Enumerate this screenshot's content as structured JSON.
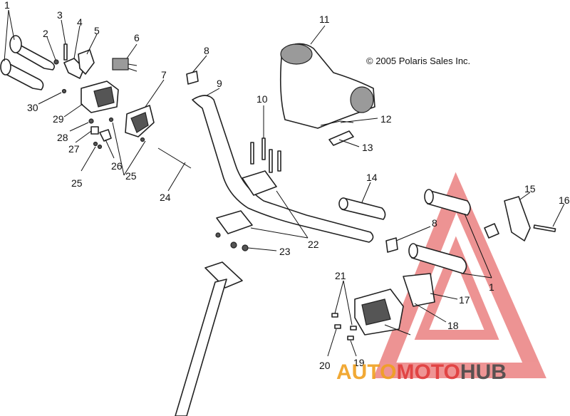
{
  "copyright": "© 2005 Polaris Sales Inc.",
  "watermark": {
    "part1": "AUTO",
    "part2": "MOTO",
    "part3": "HUB",
    "color_orange": "#f0a020",
    "color_red": "#e03c3c",
    "color_dark": "#4a4a4a"
  },
  "callouts": {
    "c1a": "1",
    "c1b": "1",
    "c2": "2",
    "c3": "3",
    "c4": "4",
    "c5": "5",
    "c6": "6",
    "c7": "7",
    "c8a": "8",
    "c8b": "8",
    "c9": "9",
    "c10": "10",
    "c11": "11",
    "c12": "12",
    "c13": "13",
    "c14": "14",
    "c15": "15",
    "c16": "16",
    "c17": "17",
    "c18": "18",
    "c19": "19",
    "c20": "20",
    "c21": "21",
    "c22": "22",
    "c23": "23",
    "c24": "24",
    "c25a": "25",
    "c25b": "25",
    "c26": "26",
    "c27": "27",
    "c28": "28",
    "c29": "29",
    "c30": "30"
  }
}
